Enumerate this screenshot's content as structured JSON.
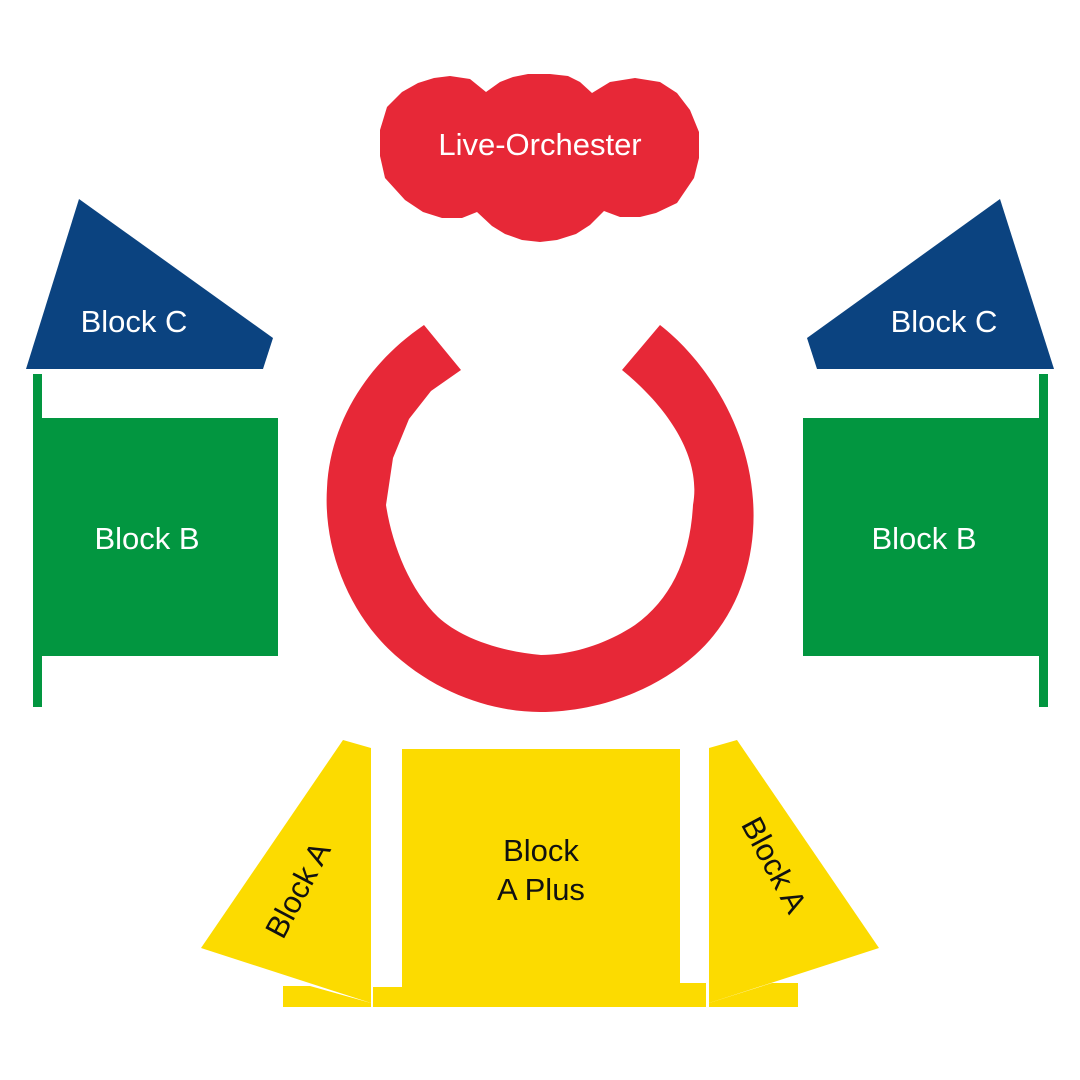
{
  "colors": {
    "orchestra": "#e72837",
    "ring": "#e72837",
    "block_c": "#0b4380",
    "block_b": "#029640",
    "block_a": "#fcdb00",
    "background": "#ffffff",
    "label_light": "#ffffff",
    "label_dark": "#111111"
  },
  "sections": {
    "orchestra": {
      "label": "Live-Orchester"
    },
    "block_c_left": {
      "label": "Block C"
    },
    "block_c_right": {
      "label": "Block C"
    },
    "block_b_left": {
      "label": "Block B"
    },
    "block_b_right": {
      "label": "Block B"
    },
    "block_a_left": {
      "label": "Block A"
    },
    "block_a_right": {
      "label": "Block A"
    },
    "block_a_plus": {
      "line1": "Block",
      "line2": "A Plus"
    }
  }
}
